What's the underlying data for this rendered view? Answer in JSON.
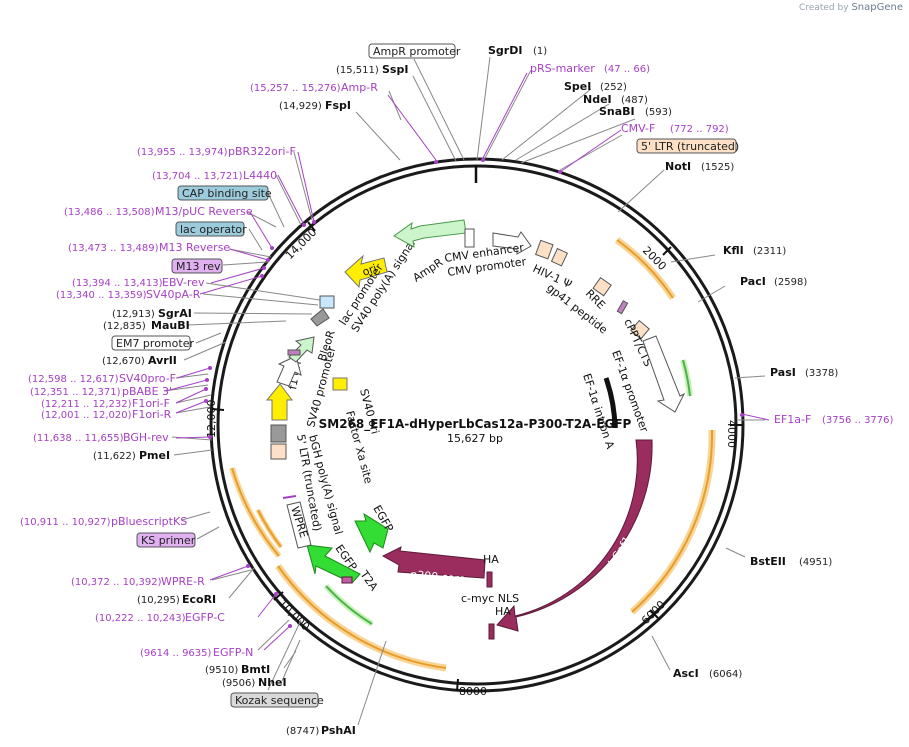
{
  "credit": {
    "prefix": "Created by",
    "brand": "SnapGene"
  },
  "title": "SM268_EF1A-dHyperLbCas12a-P300-T2A-EGFP",
  "length": "15,627 bp",
  "ticks": [
    "2000",
    "4000",
    "6000",
    "8000",
    "10,000",
    "12,000",
    "14,000"
  ],
  "sites": [
    {
      "name": "SgrDI",
      "coord": "(1)"
    },
    {
      "name": "SpeI",
      "coord": "(252)"
    },
    {
      "name": "NdeI",
      "coord": "(487)"
    },
    {
      "name": "SnaBI",
      "coord": "(593)"
    },
    {
      "name": "NotI",
      "coord": "(1525)"
    },
    {
      "name": "KflI",
      "coord": "(2311)"
    },
    {
      "name": "PacI",
      "coord": "(2598)"
    },
    {
      "name": "PasI",
      "coord": "(3378)"
    },
    {
      "name": "BstEII",
      "coord": "(4951)"
    },
    {
      "name": "AscI",
      "coord": "(6064)"
    },
    {
      "name": "PshAI",
      "coord": "(8747)"
    },
    {
      "name": "NheI",
      "coord": "(9506)"
    },
    {
      "name": "BmtI",
      "coord": "(9510)"
    },
    {
      "name": "EcoRI",
      "coord": "(10,295)"
    },
    {
      "name": "PmeI",
      "coord": "(11,622)"
    },
    {
      "name": "AvrII",
      "coord": "(12,670)"
    },
    {
      "name": "MauBI",
      "coord": "(12,835)"
    },
    {
      "name": "SgrAI",
      "coord": "(12,913)"
    },
    {
      "name": "FspI",
      "coord": "(14,929)"
    },
    {
      "name": "SspI",
      "coord": "(15,511)"
    }
  ],
  "primers": [
    {
      "name": "pRS-marker",
      "coord": "(47 .. 66)"
    },
    {
      "name": "CMV-F",
      "coord": "(772 .. 792)"
    },
    {
      "name": "EF1a-F",
      "coord": "(3756 .. 3776)"
    },
    {
      "name": "EGFP-N",
      "coord": "(9614 .. 9635)"
    },
    {
      "name": "EGFP-C",
      "coord": "(10,222 .. 10,243)"
    },
    {
      "name": "WPRE-R",
      "coord": "(10,372 .. 10,392)"
    },
    {
      "name": "pBluescriptKS",
      "coord": "(10,911 .. 10,927)"
    },
    {
      "name": "BGH-rev",
      "coord": "(11,638 .. 11,655)"
    },
    {
      "name": "F1ori-R",
      "coord": "(12,001 .. 12,020)"
    },
    {
      "name": "F1ori-F",
      "coord": "(12,211 .. 12,232)"
    },
    {
      "name": "pBABE 3'",
      "coord": "(12,351 .. 12,371)"
    },
    {
      "name": "SV40pro-F",
      "coord": "(12,598 .. 12,617)"
    },
    {
      "name": "SV40pA-R",
      "coord": "(13,340 .. 13,359)"
    },
    {
      "name": "EBV-rev",
      "coord": "(13,394 .. 13,413)"
    },
    {
      "name": "M13 Reverse",
      "coord": "(13,473 .. 13,489)"
    },
    {
      "name": "M13/pUC Reverse",
      "coord": "(13,486 .. 13,508)"
    },
    {
      "name": "L4440",
      "coord": "(13,704 .. 13,721)"
    },
    {
      "name": "pBR322ori-F",
      "coord": "(13,955 .. 13,974)"
    },
    {
      "name": "Amp-R",
      "coord": "(15,257 .. 15,276)"
    }
  ],
  "boxed": {
    "ampr_promoter": "AmpR promoter",
    "ltr_truncated": "5' LTR (truncated)",
    "cap_site": "CAP binding site",
    "lac_operator": "lac operator",
    "m13_rev": "M13 rev",
    "em7_promoter": "EM7 promoter",
    "ks_primer": "KS primer",
    "kozak": "Kozak sequence"
  },
  "features": {
    "cmv_enhancer": "CMV enhancer",
    "cmv_promoter": "CMV promoter",
    "ampr": "AmpR",
    "ampr_promoter": "AmpR promoter",
    "hiv_psi": "HIV-1 Ψ",
    "rre": "RRE",
    "gp41": "gp41 peptide",
    "cppt": "cPPT/CTS",
    "ef1a_promoter": "EF-1α promoter",
    "ef1a_intron": "EF-1α intron A",
    "ori": "ori",
    "lac_promoter": "lac promoter",
    "sv40_polya": "SV40 poly(A) signal",
    "bleor": "BleoR",
    "sv40_ori": "SV40 ori",
    "f1_ori": "f1 ori",
    "sv40_promoter": "SV40 promoter",
    "factor_xa": "Factor Xa site",
    "bgh": "bGH poly(A) signal",
    "ltr5": "5' LTR (truncated)",
    "wpre": "WPRE",
    "egfp": "EGFP",
    "t2a": "T2A",
    "p300": "p300 core",
    "lbcpf1": "LbCpf1",
    "ha": "HA",
    "cmyc_nls": "c-myc NLS"
  },
  "colors": {
    "backbone": "#1a1a1a",
    "cas": "#9b2d5e",
    "egfp": "#33dd33",
    "ori": "#ffee00",
    "ampr": "#ccf5cc",
    "ltr": "#fde0c5",
    "primer": "#a640c6",
    "orange_arc": "#e89d2b"
  }
}
